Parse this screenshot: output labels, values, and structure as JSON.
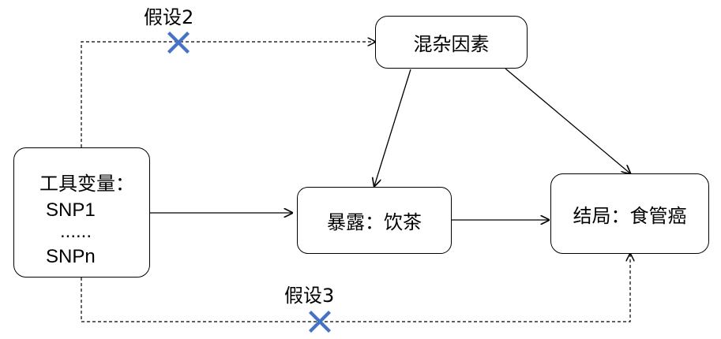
{
  "nodes": {
    "instrument": {
      "title": "工具变量：",
      "line1": "SNP1",
      "line2": "......",
      "line3": "SNPn"
    },
    "confounder": {
      "label": "混杂因素"
    },
    "exposure": {
      "label": "暴露：饮茶"
    },
    "outcome": {
      "label": "结局：食管癌"
    }
  },
  "assumptions": {
    "a2": {
      "label": "假设2"
    },
    "a3": {
      "label": "假设3"
    }
  },
  "colors": {
    "stroke": "#000000",
    "cross": "#4472C4"
  }
}
